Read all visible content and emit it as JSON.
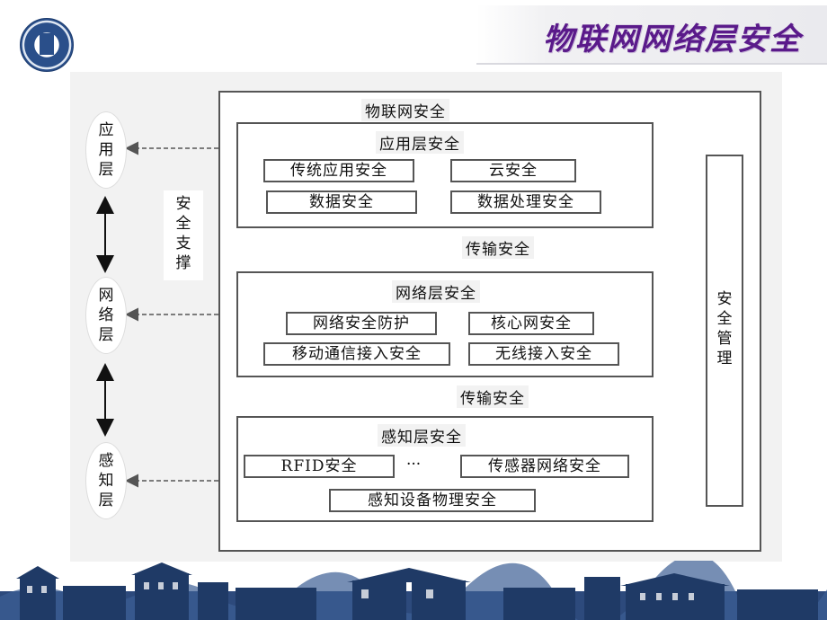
{
  "header": {
    "title": "物联网网络层安全"
  },
  "diagram": {
    "outer_title": "物联网安全",
    "layers": [
      {
        "title": "应用层安全",
        "items": [
          "传统应用安全",
          "云安全",
          "数据安全",
          "数据处理安全"
        ]
      },
      {
        "title": "网络层安全",
        "items": [
          "网络安全防护",
          "核心网安全",
          "移动通信接入安全",
          "无线接入安全"
        ]
      },
      {
        "title": "感知层安全",
        "items": [
          "RFID安全",
          "···",
          "传感器网络安全",
          "感知设备物理安全"
        ]
      }
    ],
    "transport_labels": [
      "传输安全",
      "传输安全"
    ],
    "side_layers": [
      "应用层",
      "网络层",
      "感知层"
    ],
    "support_label": "安全支撑",
    "management_label": "安全管理"
  }
}
